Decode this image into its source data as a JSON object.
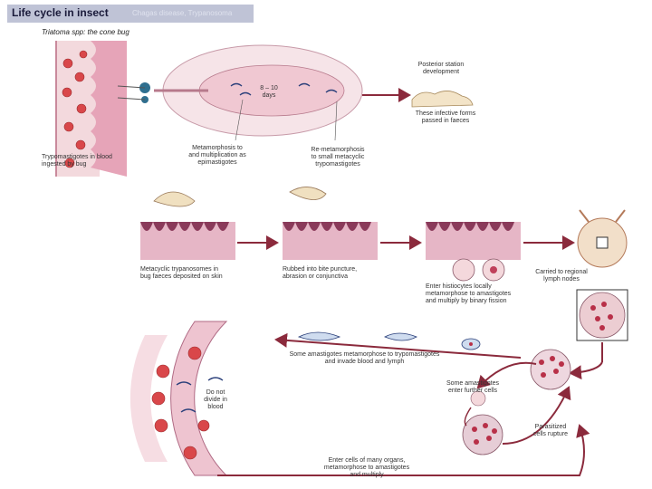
{
  "header": {
    "title": "Life cycle in insect",
    "faint_text": "Chagas disease, Trypanosoma"
  },
  "subtitle": "Triatoma spp: the cone bug",
  "labels": {
    "days": "8 – 10\ndays",
    "posterior": "Posterior station\ndevelopment",
    "infective": "These infective forms\npassed in faeces",
    "trypo_blood": "Trypomastigotes in blood\ningested by bug",
    "metamorph": "Metamorphosis to\nand multiplication as\nepimastigotes",
    "remetamorph": "Re-metamorphosis\nto small metacyclic\ntrypomastigotes",
    "metacyclic": "Metacyclic trypanosomes in\nbug faeces deposited on skin",
    "rubbed": "Rubbed into bite puncture,\nabrasion or conjunctiva",
    "histiocytes": "Enter histiocytes locally\nmetamorphose to amastigotes\nand multiply by binary fission",
    "lymph": "Carried to regional\nlymph nodes",
    "invade": "Some amastigotes metamorphose to trypomastigotes\nand invade blood and lymph",
    "further": "Some amastigotes\nenter further cells",
    "rupture": "Parasitized\ncells rupture",
    "donot": "Do not\ndivide in\nblood",
    "many_organs": "Enter cells of many organs,\nmetamorphose to amastigotes\nand multiply"
  },
  "colors": {
    "arrow": "#8b2a3c",
    "tissue": "#c9789b",
    "bug": "#f3cfd6",
    "header": "#bfc3d6"
  }
}
